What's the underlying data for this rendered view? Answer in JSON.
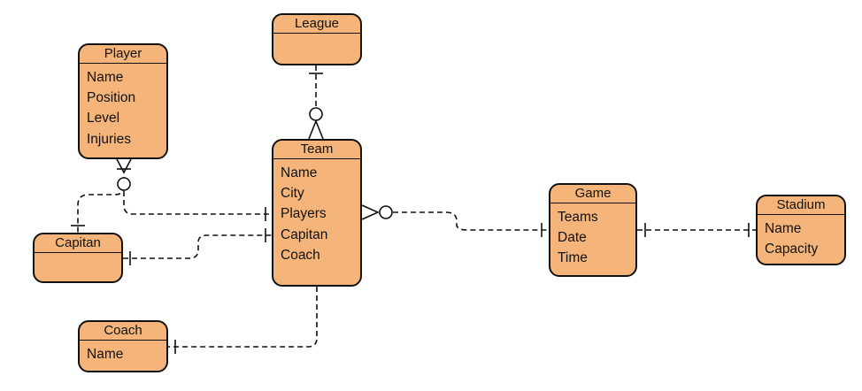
{
  "entities": {
    "league": {
      "name": "League",
      "attributes": []
    },
    "player": {
      "name": "Player",
      "attributes": [
        "Name",
        "Position",
        "Level",
        "Injuries"
      ]
    },
    "team": {
      "name": "Team",
      "attributes": [
        "Name",
        "City",
        "Players",
        "Capitan",
        "Coach"
      ]
    },
    "capitan": {
      "name": "Capitan",
      "attributes": []
    },
    "coach": {
      "name": "Coach",
      "attributes": [
        "Name"
      ]
    },
    "game": {
      "name": "Game",
      "attributes": [
        "Teams",
        "Date",
        "Time"
      ]
    },
    "stadium": {
      "name": "Stadium",
      "attributes": [
        "Name",
        "Capacity"
      ]
    }
  },
  "colors": {
    "entity_fill": "#f5b57a",
    "stroke": "#111111"
  }
}
